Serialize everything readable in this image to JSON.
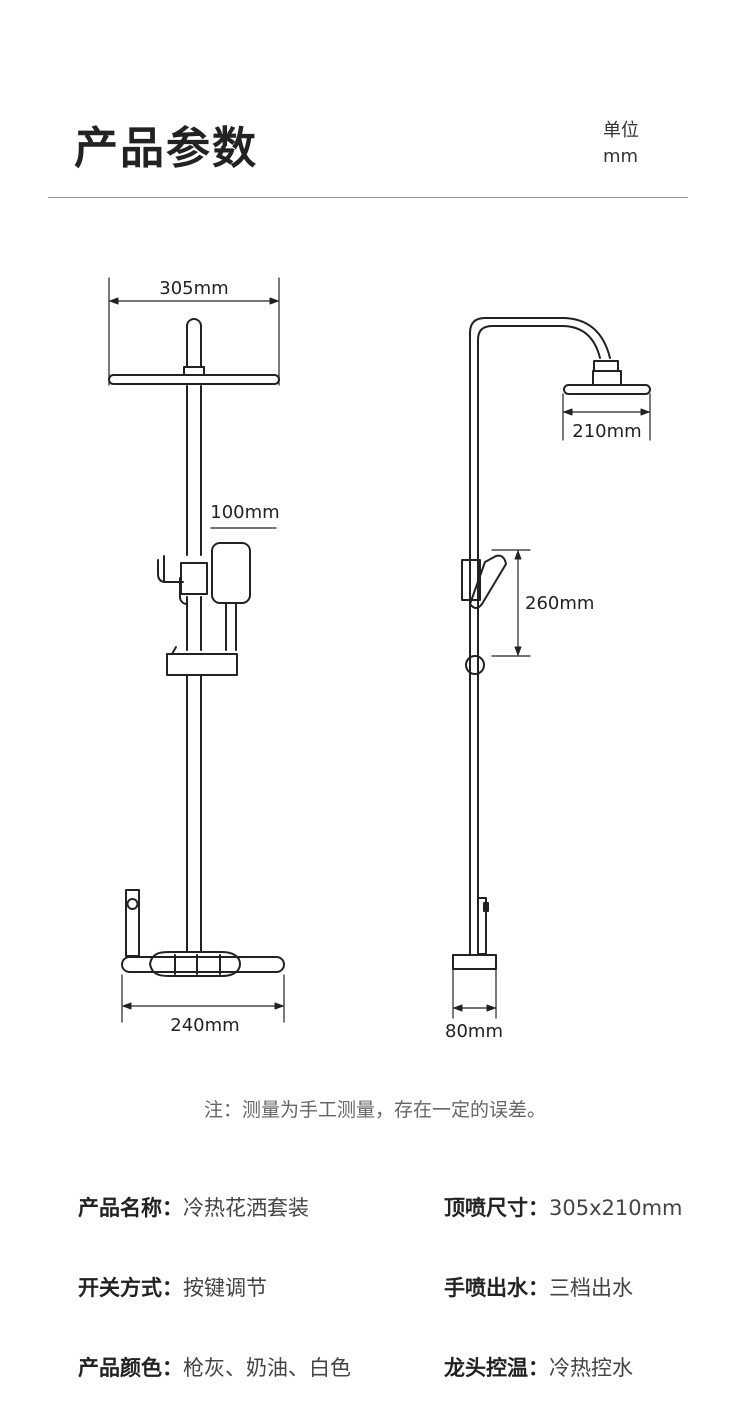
{
  "header": {
    "title": "产品参数",
    "unit_label": "单位",
    "unit_value": "mm"
  },
  "diagram": {
    "front": {
      "top_width": "305mm",
      "hand_shower": "100mm",
      "base_width": "240mm"
    },
    "side": {
      "head_width": "210mm",
      "hand_height": "260mm",
      "base_width": "80mm"
    }
  },
  "note": "注：测量为手工测量，存在一定的误差。",
  "specs": [
    {
      "label": "产品名称：",
      "value": "冷热花洒套装"
    },
    {
      "label": "顶喷尺寸：",
      "value": "305x210mm"
    },
    {
      "label": "开关方式：",
      "value": "按键调节"
    },
    {
      "label": "手喷出水：",
      "value": "三档出水"
    },
    {
      "label": "产品颜色：",
      "value": "枪灰、奶油、白色"
    },
    {
      "label": "龙头控温：",
      "value": "冷热控水"
    }
  ],
  "colors": {
    "line": "#222222",
    "divider": "#9a9a9a",
    "note_text": "#666666"
  }
}
